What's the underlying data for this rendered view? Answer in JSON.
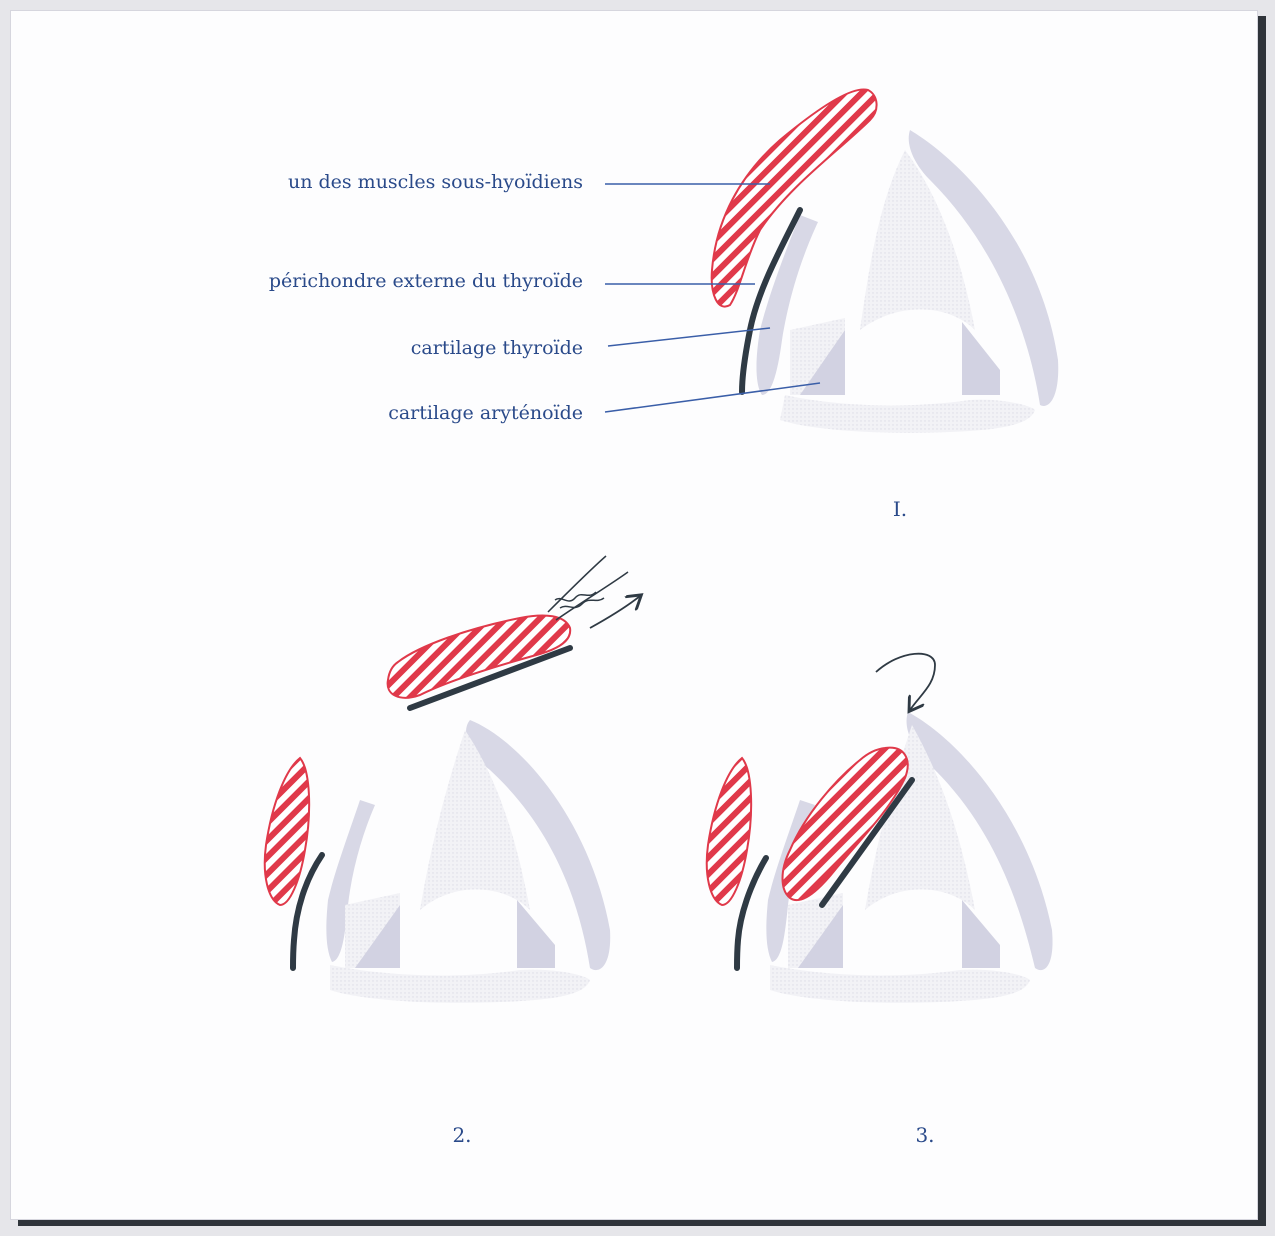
{
  "labels": {
    "muscle": "un des muscles sous-hyoïdiens",
    "perichondrium": "périchondre externe du thyroïde",
    "thyroid": "cartilage thyroïde",
    "arytenoid": "cartilage aryténoïde"
  },
  "panels": {
    "p1": "I.",
    "p2": "2.",
    "p3": "3."
  },
  "colors": {
    "text": "#2a4a8a",
    "leader": "#3a5ea8",
    "muscle_red": "#e0394a",
    "perichondrium": "#2f3a44",
    "cartilage": "#d8d8e6",
    "frame_shadow": "#2f343a"
  }
}
